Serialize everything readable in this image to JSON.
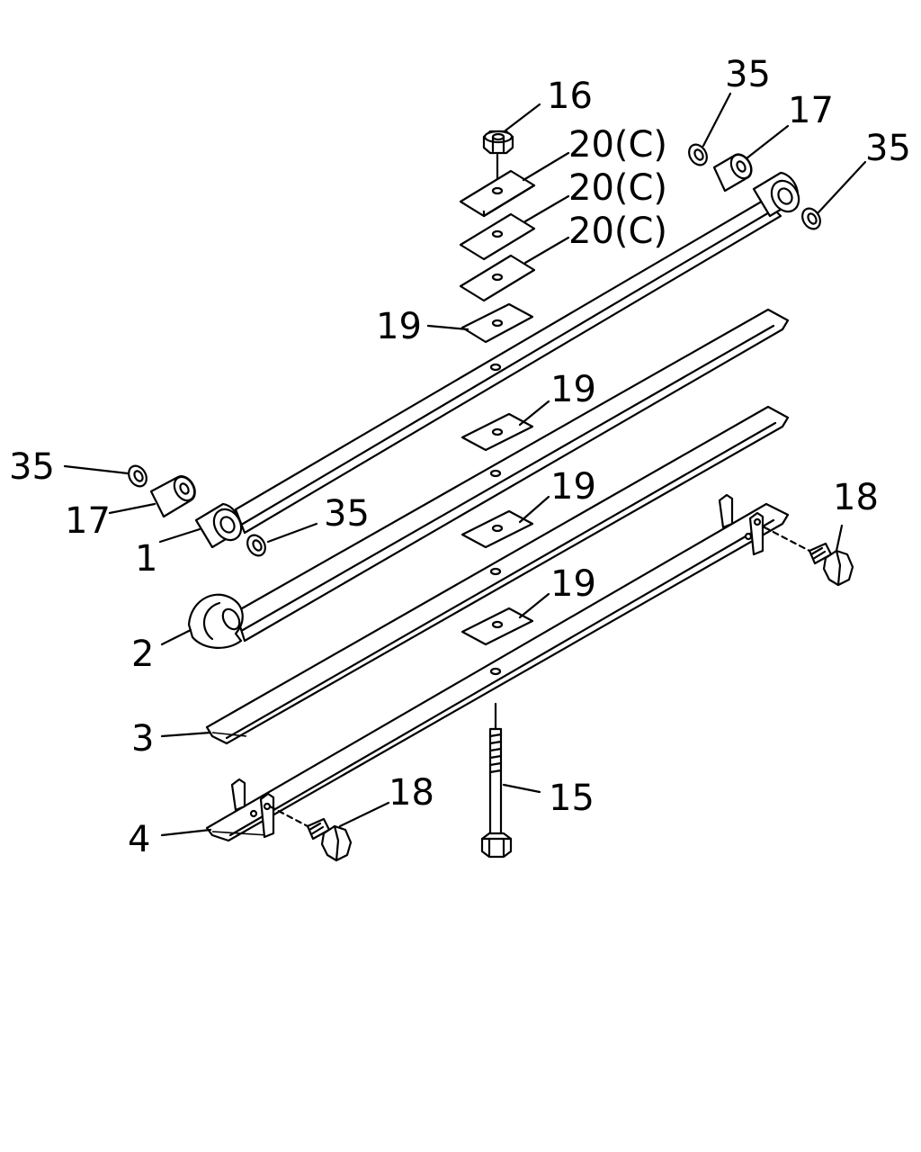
{
  "diagram": {
    "line_color": "#000000",
    "background": "#ffffff"
  },
  "callouts": {
    "nut_top": "16",
    "shim_1": "20(C)",
    "shim_2": "20(C)",
    "shim_3": "20(C)",
    "pad_top": "19",
    "pad_2": "19",
    "pad_3": "19",
    "pad_4": "19",
    "washer_top_left": "35",
    "bushing_top_right": "17",
    "washer_top_right": "35",
    "washer_left_outer": "35",
    "bushing_left": "17",
    "washer_left_inner": "35",
    "leaf_1": "1",
    "leaf_2": "2",
    "leaf_3": "3",
    "leaf_4": "4",
    "bolt_clip_right": "18",
    "bolt_clip_left": "18",
    "center_bolt": "15"
  }
}
